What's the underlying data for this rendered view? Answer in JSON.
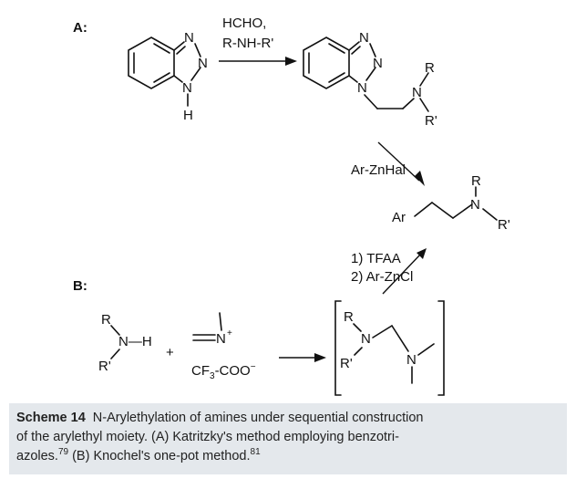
{
  "section_a": "A:",
  "section_b": "B:",
  "reaction_a": {
    "reagent_1": "HCHO,",
    "reagent_2": "R-NH-R'"
  },
  "reaction_a2": {
    "reagent": "Ar-ZnHal"
  },
  "reaction_b": {
    "reagent_1": "1) TFAA",
    "reagent_2": "2) Ar-ZnCl",
    "plus": "+"
  },
  "atoms": {
    "n": "N",
    "h": "H",
    "r": "R",
    "rp": "R'",
    "ar": "Ar",
    "cf3_c": "CF",
    "cf3_sub": "3",
    "coo": "-COO",
    "minus": "−",
    "plus_charge": "+",
    "nh_bond": "N—H"
  },
  "caption": {
    "label": "Scheme 14",
    "line1": "N-Arylethylation of amines under sequential construction",
    "line2": "of the arylethyl moiety. (A) Katritzky's method employing benzotri-",
    "line3a": "azoles.",
    "ref1": "79",
    "line3b": " (B) Knochel's one-pot method.",
    "ref2": "81"
  }
}
